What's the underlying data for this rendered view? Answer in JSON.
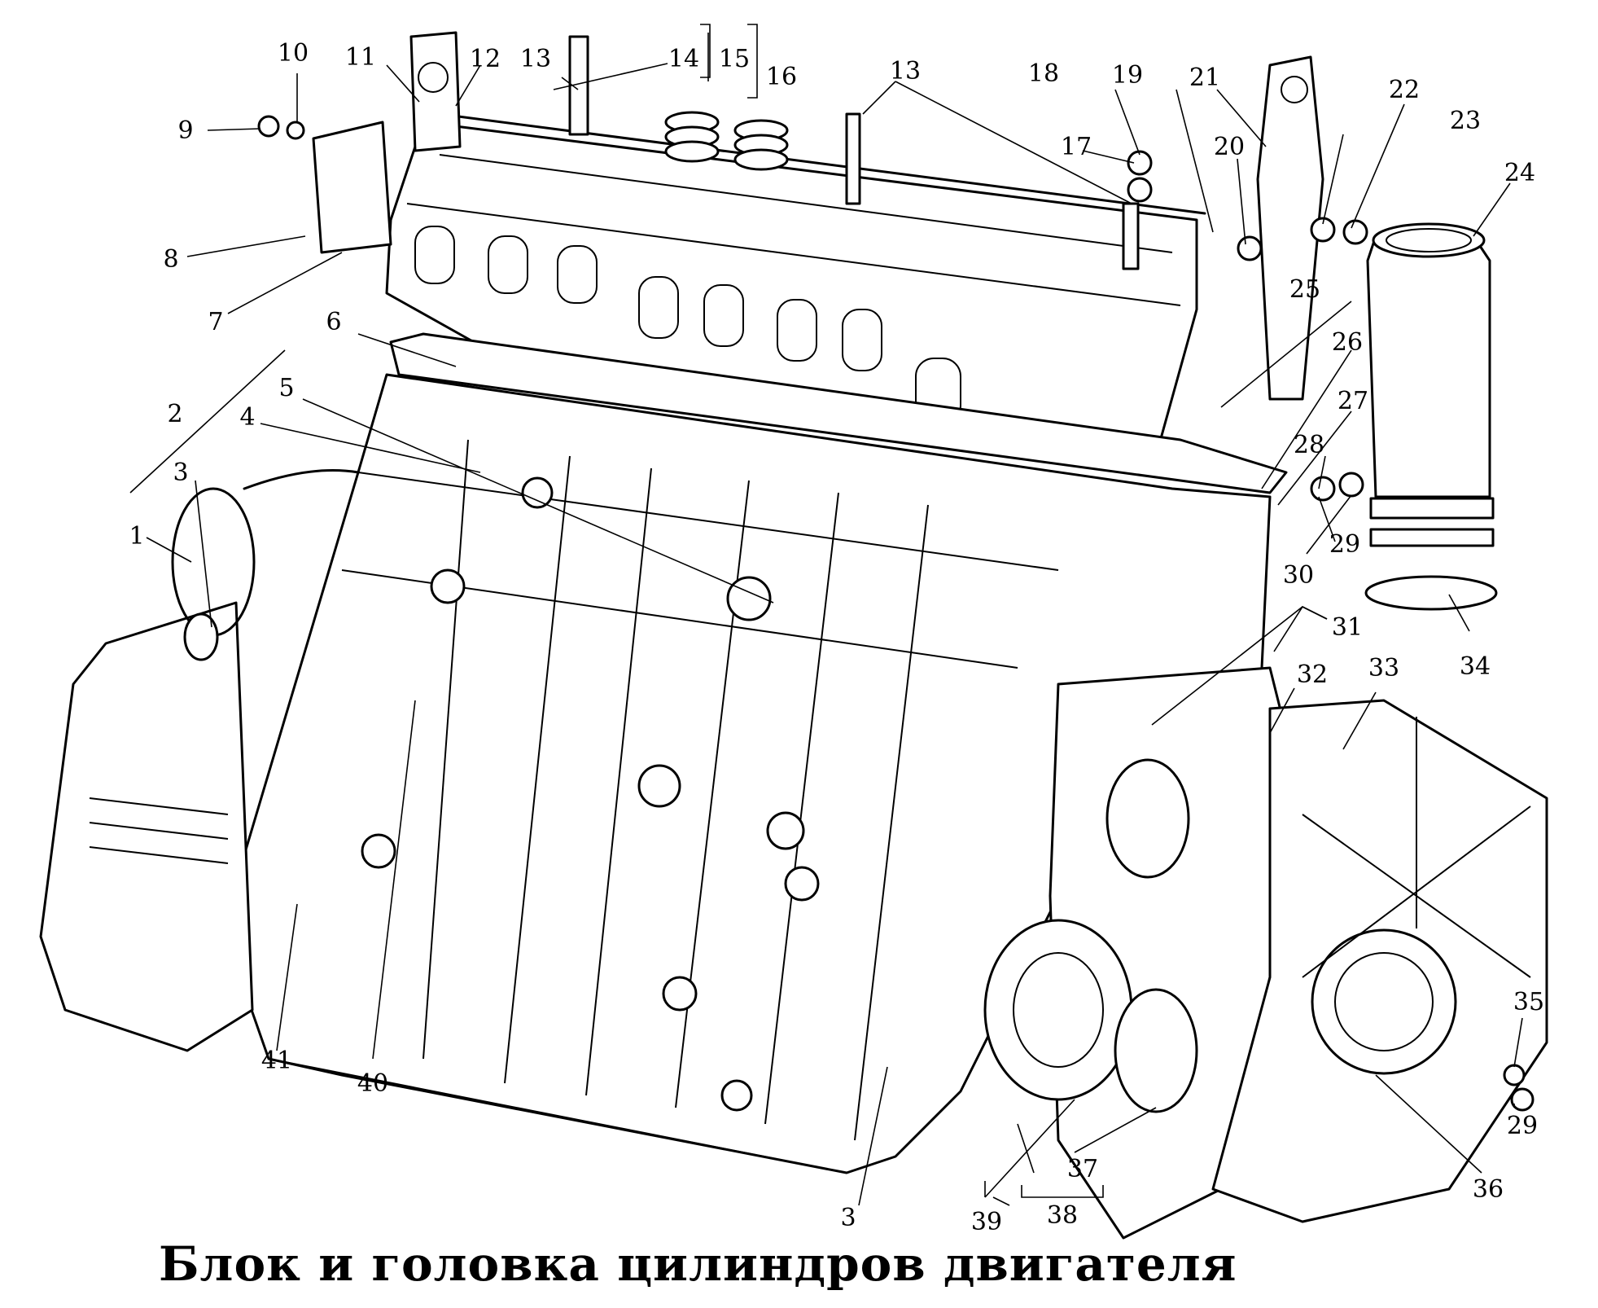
{
  "caption": "Блок и головка цилиндров двигателя",
  "callouts": [
    "1",
    "2",
    "3",
    "4",
    "5",
    "6",
    "7",
    "8",
    "9",
    "10",
    "11",
    "12",
    "13",
    "13",
    "14",
    "15",
    "16",
    "17",
    "18",
    "19",
    "20",
    "21",
    "22",
    "23",
    "24",
    "25",
    "26",
    "27",
    "28",
    "29",
    "30",
    "31",
    "32",
    "33",
    "34",
    "29",
    "35",
    "36",
    "37",
    "38",
    "39",
    "3",
    "40",
    "41"
  ]
}
